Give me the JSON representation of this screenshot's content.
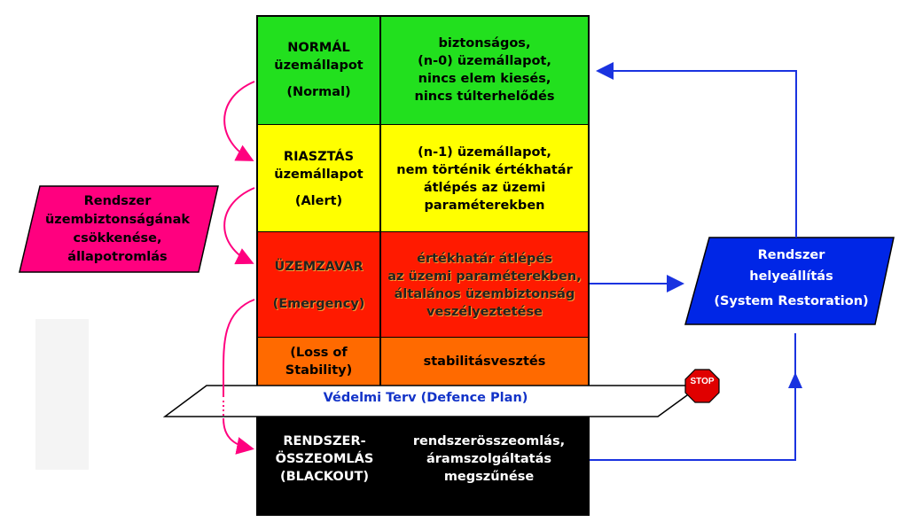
{
  "states": {
    "normal": {
      "name": "NORMÁL",
      "sub": "üzemállapot",
      "en": "(Normal)",
      "desc": [
        "biztonságos,",
        "(n-0) üzemállapot,",
        "nincs elem kiesés,",
        "nincs túlterhelődés"
      ]
    },
    "alert": {
      "name": "RIASZTÁS",
      "sub": "üzemállapot",
      "en": "(Alert)",
      "desc": [
        "(n-1) üzemállapot,",
        "nem történik értékhatár",
        "átlépés az üzemi",
        "paraméterekben"
      ]
    },
    "emergency": {
      "name": "ÜZEMZAVAR",
      "en": "(Emergency)",
      "desc": [
        "értékhatár átlépés",
        "az üzemi paraméterekben,",
        "általános üzembiztonság",
        "veszélyeztetése"
      ]
    },
    "loss": {
      "name": [
        "(Loss of",
        "Stability)"
      ],
      "desc": "stabilitásvesztés"
    },
    "blackout": {
      "name": [
        "RENDSZER-",
        "ÖSSZEOMLÁS",
        "(BLACKOUT)"
      ],
      "desc": [
        "rendszerösszeomlás,",
        "áramszolgáltatás",
        "megszűnése"
      ]
    }
  },
  "defence_plan": "Védelmi Terv (Defence Plan)",
  "stop_label": "STOP",
  "left_box": [
    "Rendszer",
    "üzembiztonságának",
    "csökkenése,",
    "állapotromlás"
  ],
  "right_box": [
    "Rendszer",
    "helyeállítás",
    "(System Restoration)"
  ],
  "colors": {
    "normal": "#22e01e",
    "alert": "#ffff00",
    "emergency": "#ff1a00",
    "loss": "#ff6a00",
    "blackout": "#000000",
    "magenta": "#ff007f",
    "blue": "#0026e6",
    "arrow_blue": "#1a33e0",
    "stop": "#e00000"
  }
}
